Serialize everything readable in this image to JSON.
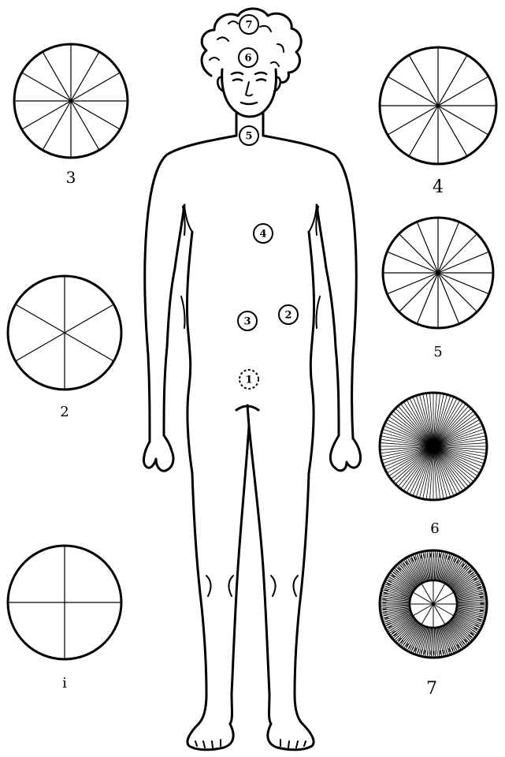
{
  "figure": {
    "ink_color": "#000000",
    "background_color": "#ffffff"
  },
  "wheels": [
    {
      "label": "3",
      "divisions": 12,
      "style": "spokes"
    },
    {
      "label": "2",
      "divisions": 6,
      "style": "spokes"
    },
    {
      "label": "i",
      "divisions": 4,
      "style": "spokes"
    },
    {
      "label": "4",
      "divisions": 12,
      "style": "spokes"
    },
    {
      "label": "5",
      "divisions": 16,
      "style": "spokes"
    },
    {
      "label": "6",
      "divisions": 96,
      "style": "dense"
    },
    {
      "label": "7",
      "divisions": 12,
      "style": "double"
    }
  ],
  "body_markers": [
    {
      "label": "7",
      "dashed": false
    },
    {
      "label": "6",
      "dashed": false
    },
    {
      "label": "5",
      "dashed": false
    },
    {
      "label": "4",
      "dashed": false
    },
    {
      "label": "3",
      "dashed": false
    },
    {
      "label": "2",
      "dashed": false
    },
    {
      "label": "1",
      "dashed": true
    }
  ]
}
